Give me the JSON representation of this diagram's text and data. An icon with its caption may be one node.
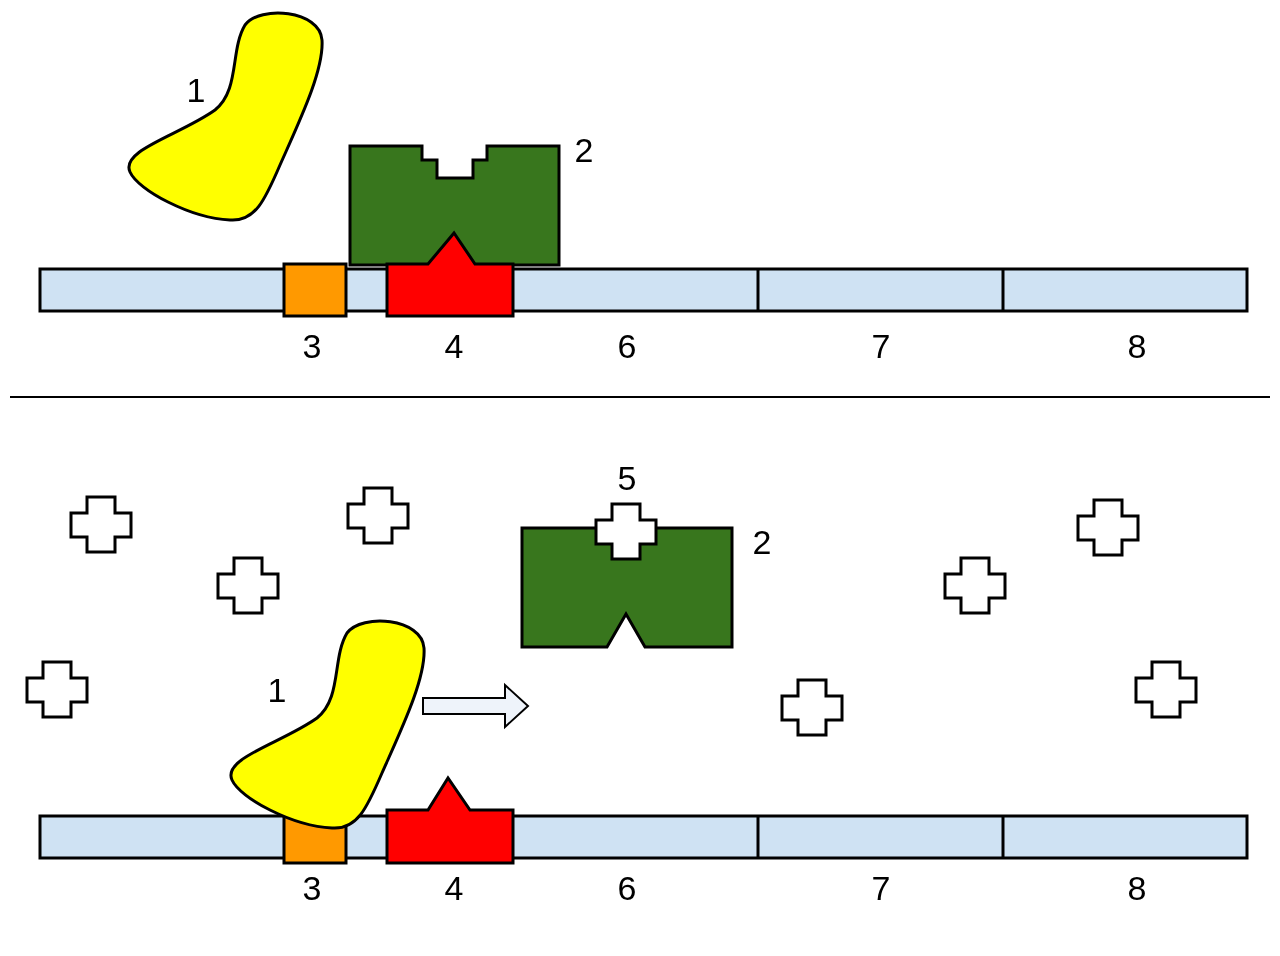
{
  "diagram": {
    "labels": [
      "1",
      "2",
      "3",
      "4",
      "6",
      "7",
      "8",
      "5",
      "2",
      "1",
      "3",
      "4",
      "6",
      "7",
      "8"
    ]
  }
}
